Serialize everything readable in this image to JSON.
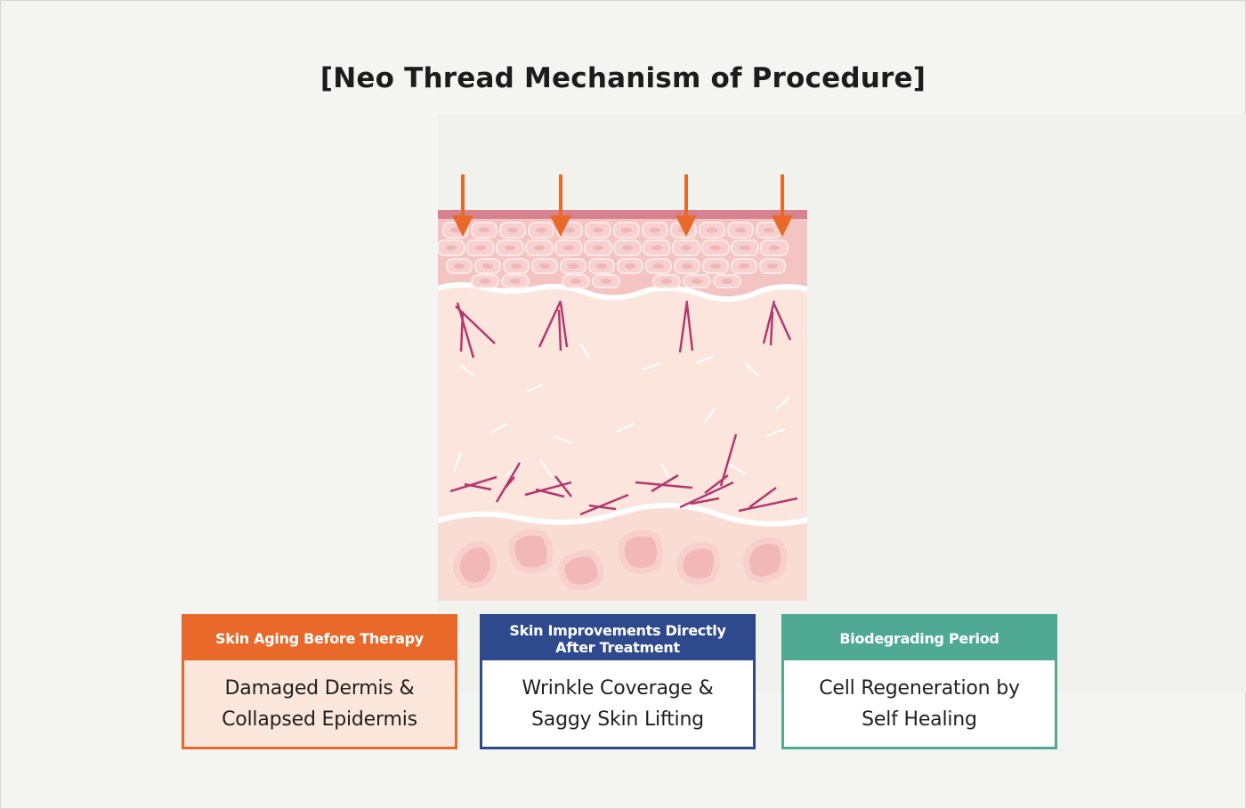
{
  "title": "[Neo Thread Mechanism of Procedure]",
  "colors": {
    "stage1": "#e8692a",
    "stage2": "#2f4a8c",
    "stage3": "#4fa993",
    "arrow": "#e8692a",
    "thread": "#b23a6f",
    "epidermis": "#f3c4c2",
    "dermis": "#fbe5dc",
    "fat_cell": "#f2b8b8"
  },
  "icons": [
    "insertion-arrow-icon",
    "thread-icon",
    "skin-cell-icon",
    "fat-cell-icon"
  ],
  "stages": [
    {
      "heading": "Skin Aging Before Therapy",
      "line1": "Damaged Dermis &",
      "line2": "Collapsed Epidermis"
    },
    {
      "heading": "Skin Improvements Directly After Treatment",
      "line1": "Wrinkle Coverage &",
      "line2": "Saggy Skin Lifting"
    },
    {
      "heading": "Biodegrading Period",
      "line1": "Cell Regeneration by",
      "line2": "Self Healing"
    }
  ]
}
